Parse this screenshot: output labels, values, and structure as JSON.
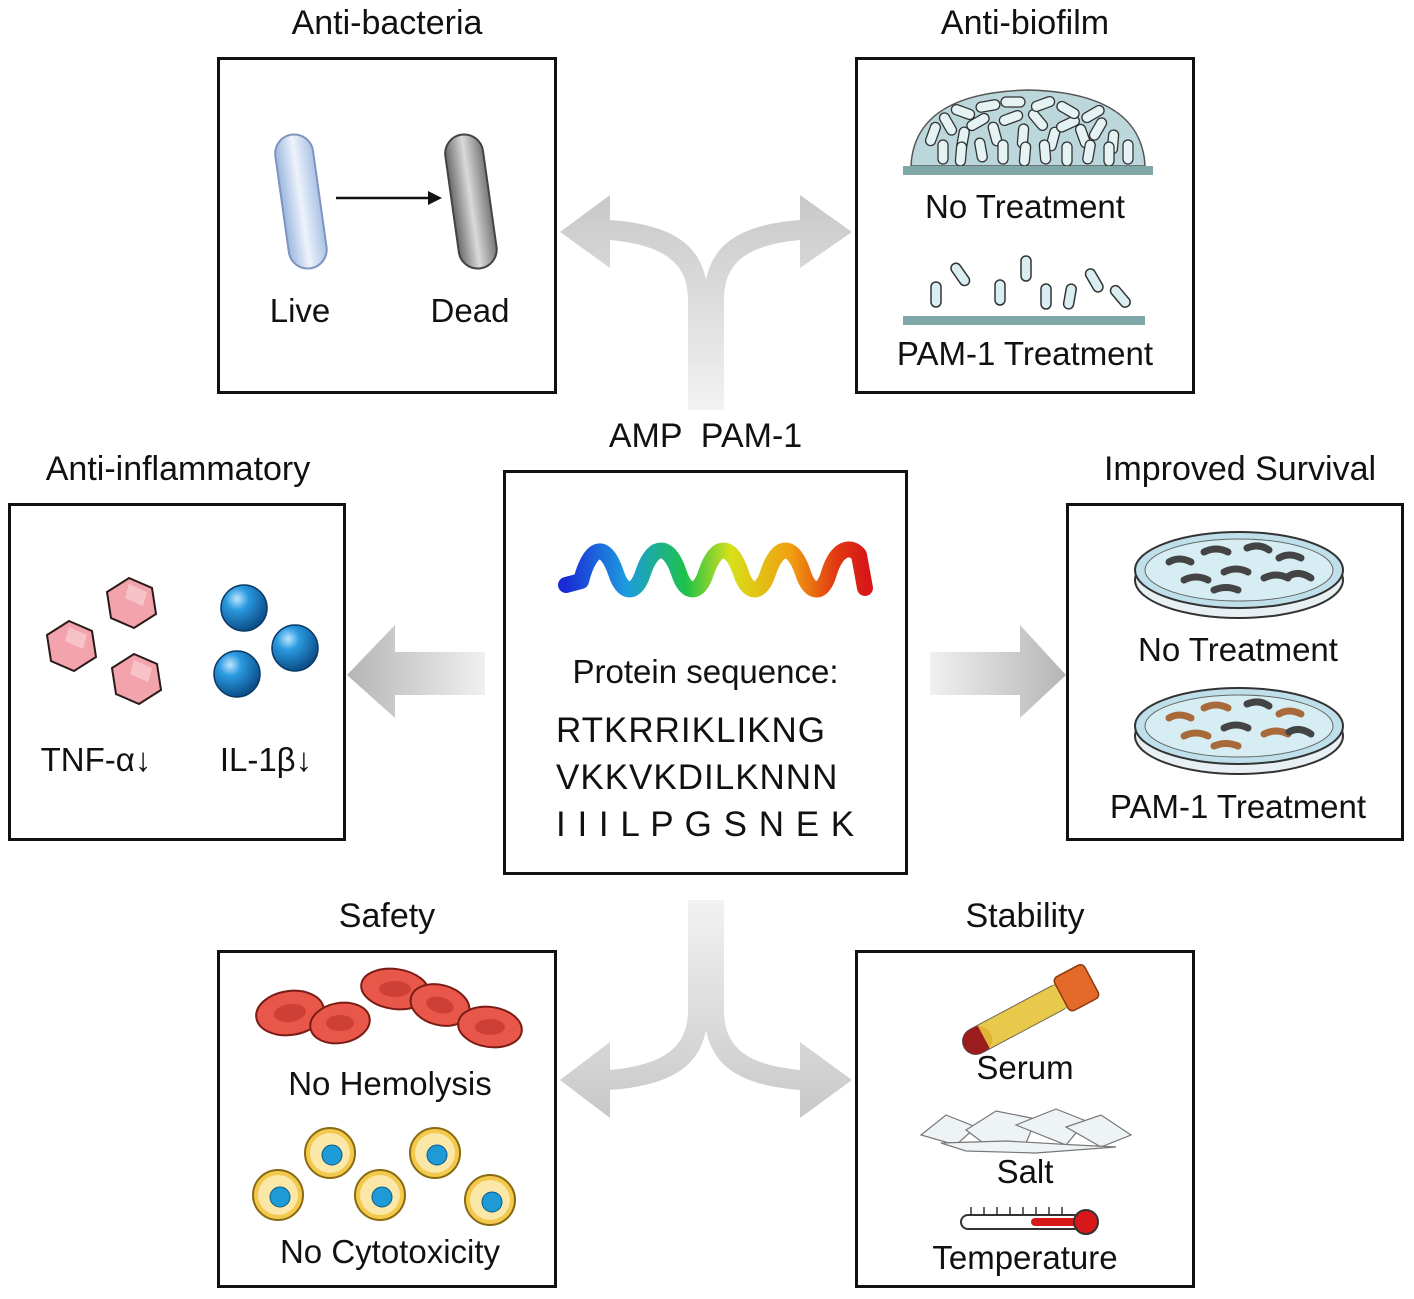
{
  "center": {
    "title": "AMP  PAM-1",
    "sequence_label": "Protein sequence:",
    "sequence_lines": [
      "RTKRRIKLIKNG",
      "VKKVKDILKNNN",
      "I I I L P G S N E K"
    ]
  },
  "anti_bacteria": {
    "title": "Anti-bacteria",
    "live": "Live",
    "dead": "Dead"
  },
  "anti_biofilm": {
    "title": "Anti-biofilm",
    "no_treatment": "No Treatment",
    "pam1_treatment": "PAM-1 Treatment"
  },
  "anti_inflammatory": {
    "title": "Anti-inflammatory",
    "tnf": "TNF-α↓",
    "il1b": "IL-1β↓"
  },
  "survival": {
    "title": "Improved Survival",
    "no_treatment": "No Treatment",
    "pam1_treatment": "PAM-1 Treatment"
  },
  "safety": {
    "title": "Safety",
    "hemolysis": "No Hemolysis",
    "cytotoxicity": "No Cytotoxicity"
  },
  "stability": {
    "title": "Stability",
    "serum": "Serum",
    "salt": "Salt",
    "temperature": "Temperature"
  },
  "colors": {
    "arrow": "#cfcfcf",
    "rbc": "#e8574a",
    "cell": "#f2c94c",
    "nucleus": "#1e9ad6",
    "hexagon": "#f2a0a8",
    "sphere": "#2a8fd0"
  }
}
